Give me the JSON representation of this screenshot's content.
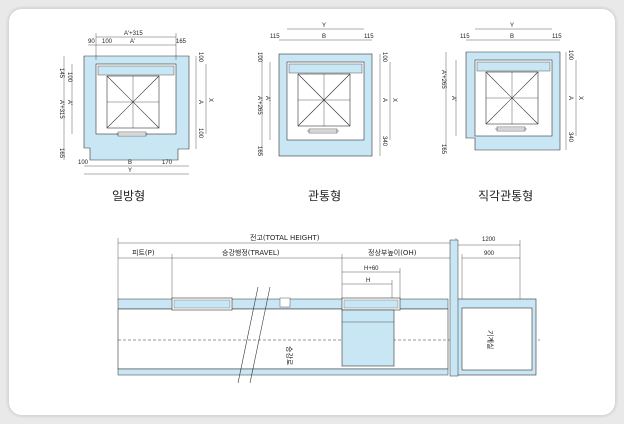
{
  "colors": {
    "panel_blue": "#c9e6f5",
    "frame": "#ffffff",
    "line": "#333333",
    "accent": "#9cc9e3"
  },
  "plans": [
    {
      "caption": "일방형",
      "top_dims": [
        "A'+315",
        "90",
        "100",
        "A'",
        "165"
      ],
      "left_dims": [
        "145",
        "A'+315",
        "100",
        "A'",
        "165"
      ],
      "right_dims": [
        "100",
        "X",
        "A",
        "100"
      ],
      "bottom_dims": [
        "100",
        "B",
        "170",
        "Y"
      ]
    },
    {
      "caption": "관통형",
      "top_dims": [
        "Y",
        "115",
        "B",
        "115"
      ],
      "left_dims": [
        "100",
        "A'",
        "A'+265",
        "165"
      ],
      "right_dims": [
        "100",
        "A",
        "X",
        "340"
      ],
      "bottom_dims": []
    },
    {
      "caption": "직각관통형",
      "top_dims": [
        "Y",
        "115",
        "B",
        "115"
      ],
      "left_dims": [
        "A'+265",
        "A'",
        "165"
      ],
      "right_dims": [
        "100",
        "A",
        "X",
        "340"
      ],
      "bottom_dims": []
    }
  ],
  "section": {
    "total_height": "전고(TOTAL HEIGHT)",
    "pit": "피트(P)",
    "travel": "승강행정(TRAVEL)",
    "overhead": "정상부높이(OH)",
    "h_plus": "H+60",
    "h": "H",
    "dim_1200": "1200",
    "dim_900": "900",
    "machine_room": "기계실",
    "hoistway": "승강로"
  }
}
